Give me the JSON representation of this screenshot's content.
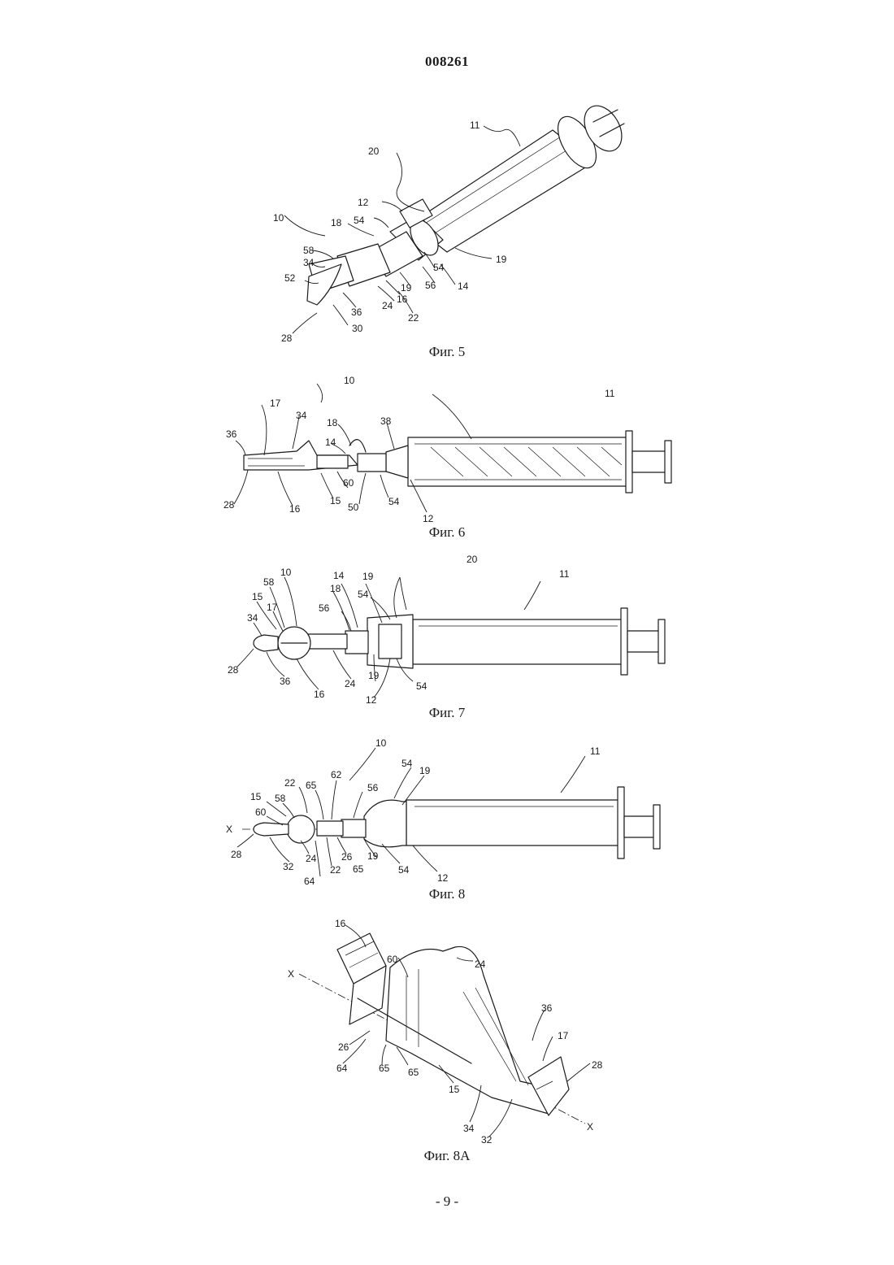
{
  "document": {
    "number": "008261",
    "page_label": "- 9 -"
  },
  "figures": [
    {
      "caption": "Фиг. 5",
      "labels": [
        "11",
        "20",
        "12",
        "54",
        "18",
        "10",
        "58",
        "34",
        "52",
        "28",
        "36",
        "30",
        "24",
        "16",
        "22",
        "19",
        "56",
        "14",
        "19",
        "54"
      ]
    },
    {
      "caption": "Фиг. 6",
      "labels": [
        "10",
        "11",
        "17",
        "34",
        "18",
        "38",
        "14",
        "36",
        "28",
        "16",
        "15",
        "60",
        "50",
        "54",
        "12"
      ]
    },
    {
      "caption": "Фиг. 7",
      "labels": [
        "20",
        "11",
        "10",
        "14",
        "19",
        "58",
        "18",
        "54",
        "15",
        "56",
        "17",
        "34",
        "28",
        "36",
        "16",
        "24",
        "19",
        "12",
        "54"
      ]
    },
    {
      "caption": "Фиг. 8",
      "labels": [
        "10",
        "11",
        "54",
        "19",
        "22",
        "65",
        "62",
        "56",
        "15",
        "58",
        "60",
        "X",
        "28",
        "32",
        "24",
        "26",
        "19",
        "22",
        "65",
        "64",
        "54",
        "12"
      ]
    },
    {
      "caption": "Фиг. 8A",
      "labels": [
        "16",
        "60",
        "24",
        "X",
        "36",
        "17",
        "28",
        "26",
        "64",
        "65",
        "65",
        "15",
        "34",
        "32",
        "X"
      ]
    }
  ]
}
